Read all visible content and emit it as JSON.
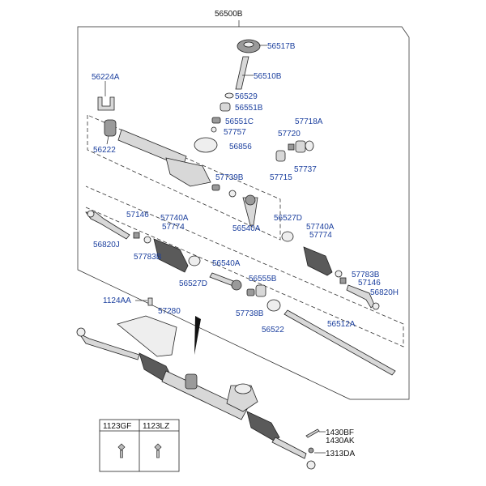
{
  "labels": {
    "56500B": "56500B",
    "56517B": "56517B",
    "56510B": "56510B",
    "56224A": "56224A",
    "56529": "56529",
    "56551B": "56551B",
    "56551C": "56551C",
    "57757": "57757",
    "57718A": "57718A",
    "57720": "57720",
    "56222": "56222",
    "56856": "56856",
    "57737": "57737",
    "57715": "57715",
    "57739B": "57739B",
    "57146_l": "57146",
    "57740A_l": "57740A",
    "57774_l": "57774",
    "56527D_r": "56527D",
    "57740A_r": "57740A",
    "57774_r": "57774",
    "56820J": "56820J",
    "56540A_r": "56540A",
    "57783B_l": "57783B",
    "56540A_l": "56540A",
    "57783B_r": "57783B",
    "57146_r": "57146",
    "56527D_l": "56527D",
    "56555B": "56555B",
    "56820H": "56820H",
    "1124AA": "1124AA",
    "57280": "57280",
    "57738B": "57738B",
    "56522": "56522",
    "56512A": "56512A",
    "1430BF": "1430BF",
    "1430AK": "1430AK",
    "1313DA": "1313DA"
  },
  "table": {
    "headers": [
      "1123GF",
      "1123LZ"
    ]
  }
}
